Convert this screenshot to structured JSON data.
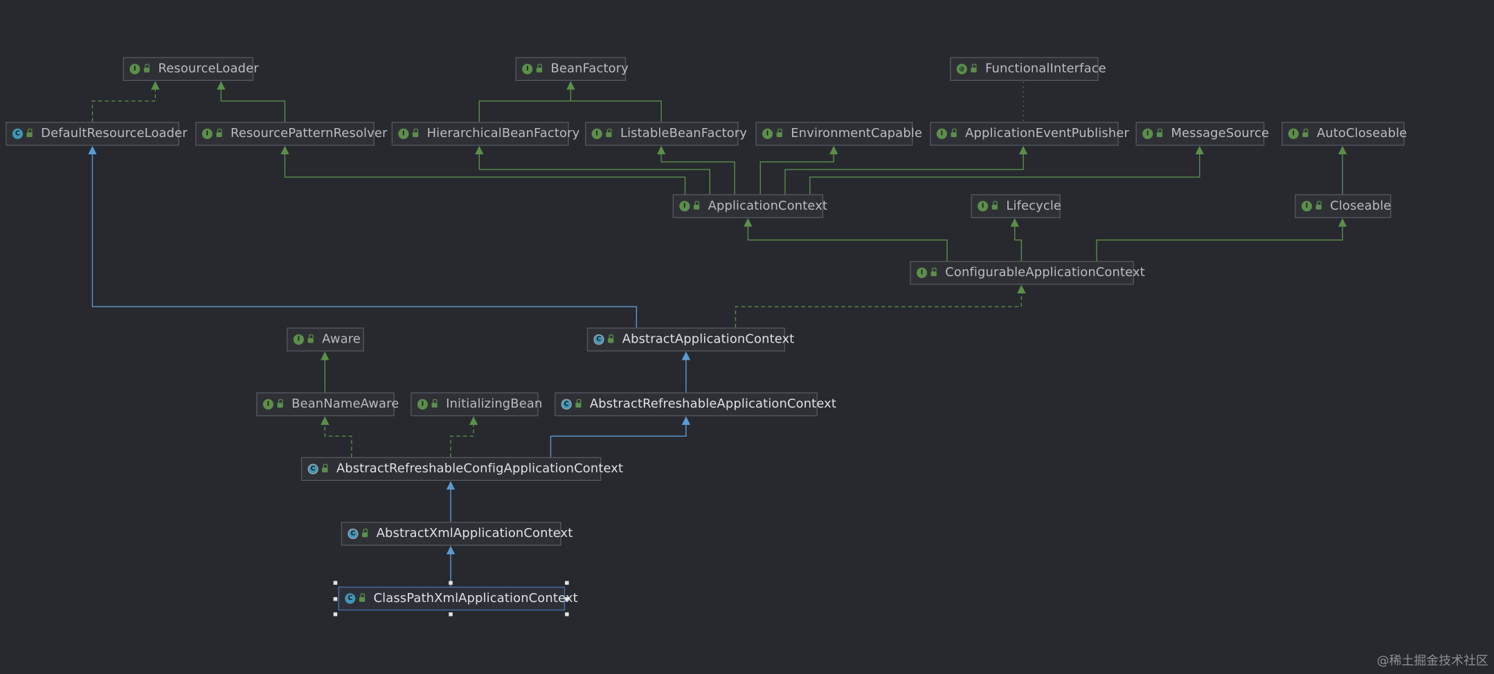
{
  "colors": {
    "background": "#27292f",
    "interface_edge": "#5c8f4a",
    "extends_edge": "#5b9bd5",
    "selected_border": "#4b6ea8"
  },
  "nodes": {
    "resource_loader": {
      "label": "ResourceLoader",
      "kind": "interface"
    },
    "bean_factory": {
      "label": "BeanFactory",
      "kind": "interface"
    },
    "functional_interface": {
      "label": "FunctionalInterface",
      "kind": "annotation"
    },
    "default_resource_loader": {
      "label": "DefaultResourceLoader",
      "kind": "class"
    },
    "resource_pattern_resolver": {
      "label": "ResourcePatternResolver",
      "kind": "interface"
    },
    "hierarchical_bean_factory": {
      "label": "HierarchicalBeanFactory",
      "kind": "interface"
    },
    "listable_bean_factory": {
      "label": "ListableBeanFactory",
      "kind": "interface"
    },
    "environment_capable": {
      "label": "EnvironmentCapable",
      "kind": "interface"
    },
    "application_event_publisher": {
      "label": "ApplicationEventPublisher",
      "kind": "interface"
    },
    "message_source": {
      "label": "MessageSource",
      "kind": "interface"
    },
    "auto_closeable": {
      "label": "AutoCloseable",
      "kind": "interface"
    },
    "application_context": {
      "label": "ApplicationContext",
      "kind": "interface"
    },
    "lifecycle": {
      "label": "Lifecycle",
      "kind": "interface"
    },
    "closeable": {
      "label": "Closeable",
      "kind": "interface"
    },
    "configurable_application_context": {
      "label": "ConfigurableApplicationContext",
      "kind": "interface"
    },
    "aware": {
      "label": "Aware",
      "kind": "interface"
    },
    "abstract_application_context": {
      "label": "AbstractApplicationContext",
      "kind": "abstract"
    },
    "bean_name_aware": {
      "label": "BeanNameAware",
      "kind": "interface"
    },
    "initializing_bean": {
      "label": "InitializingBean",
      "kind": "interface"
    },
    "abstract_refreshable_application_context": {
      "label": "AbstractRefreshableApplicationContext",
      "kind": "abstract"
    },
    "abstract_refreshable_config_application_context": {
      "label": "AbstractRefreshableConfigApplicationContext",
      "kind": "abstract"
    },
    "abstract_xml_application_context": {
      "label": "AbstractXmlApplicationContext",
      "kind": "abstract"
    },
    "class_path_xml_application_context": {
      "label": "ClassPathXmlApplicationContext",
      "kind": "class"
    }
  },
  "icons": {
    "interface": "I",
    "class": "C",
    "abstract": "C",
    "annotation": "@"
  },
  "watermark": "@稀土掘金技术社区"
}
